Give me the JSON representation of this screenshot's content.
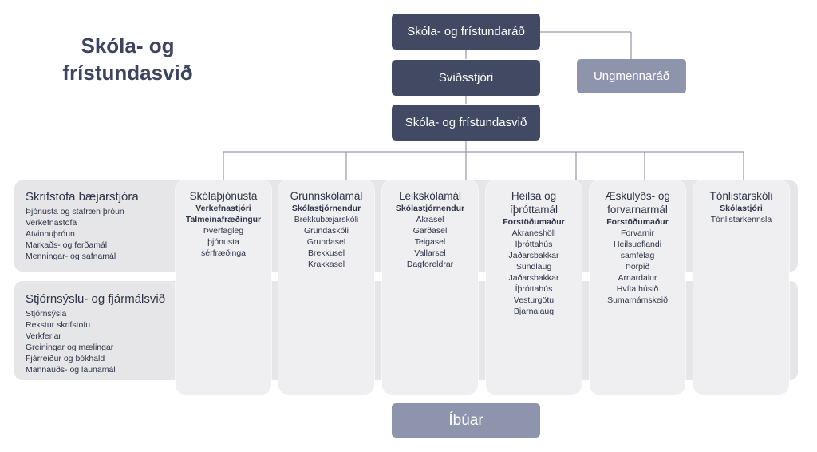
{
  "title": {
    "line1": "Skóla- og",
    "line2": "frístundasvið"
  },
  "org": {
    "council": "Skóla- og frístundaráð",
    "director": "Sviðsstjóri",
    "youth_council": "Ungmennaráð",
    "division": "Skóla- og frístundasvið",
    "residents": "Íbúar"
  },
  "bands": [
    {
      "heading": "Skrifstofa bæjarstjóra",
      "items": [
        "Þjónusta og stafræn þróun",
        "Verkefnastofa",
        "Atvinnuþróun",
        "Markaðs- og ferðamál",
        "Menningar- og safnamál"
      ]
    },
    {
      "heading": "Stjórnsýslu- og fjármálsvið",
      "items": [
        "Stjórnsýsla",
        "Rekstur skrifstofu",
        "Verkferlar",
        "Greiningar og mælingar",
        "Fjárreiður og bókhald",
        "Mannauðs- og launamál"
      ]
    }
  ],
  "columns": [
    {
      "heading": [
        "Skólaþjónusta"
      ],
      "roles": [
        "Verkefnastjóri",
        "Talmeinafræðingur"
      ],
      "items": [
        "Þverfagleg",
        "þjónusta",
        "sérfræðinga"
      ]
    },
    {
      "heading": [
        "Grunnskólamál"
      ],
      "roles": [
        "Skólastjórnendur"
      ],
      "items": [
        "Brekkubæjarskóli",
        "Grundaskóli",
        "Grundasel",
        "Brekkusel",
        "Krakkasel"
      ]
    },
    {
      "heading": [
        "Leikskólamál"
      ],
      "roles": [
        "Skólastjórnendur"
      ],
      "items": [
        "Akrasel",
        "Garðasel",
        "Teigasel",
        "Vallarsel",
        "Dagforeldrar"
      ]
    },
    {
      "heading": [
        "Heilsa og",
        "íþróttamál"
      ],
      "roles": [
        "Forstöðumaður"
      ],
      "items": [
        "Akraneshöll",
        "Íþróttahús",
        "Jaðarsbakkar",
        "Sundlaug",
        "Jaðarsbakkar",
        "Íþróttahús",
        "Vesturgötu",
        "Bjarnalaug"
      ]
    },
    {
      "heading": [
        "Æskulýðs- og",
        "forvarnarmál"
      ],
      "roles": [
        "Forstöðumaður"
      ],
      "items": [
        "Forvarnir",
        "Heilsueflandi",
        "samfélag",
        "Þorpið",
        "Arnardalur",
        "Hvíta húsið",
        "Sumarnámskeið"
      ]
    },
    {
      "heading": [
        "Tónlistarskóli"
      ],
      "roles": [
        "Skólastjóri"
      ],
      "items": [
        "Tónlistarkennsla"
      ]
    }
  ],
  "colors": {
    "dark_box": "#424a63",
    "light_box": "#8e94ab",
    "band": "#e6e6e8",
    "column": "#efeff1",
    "text": "#2e3447"
  }
}
